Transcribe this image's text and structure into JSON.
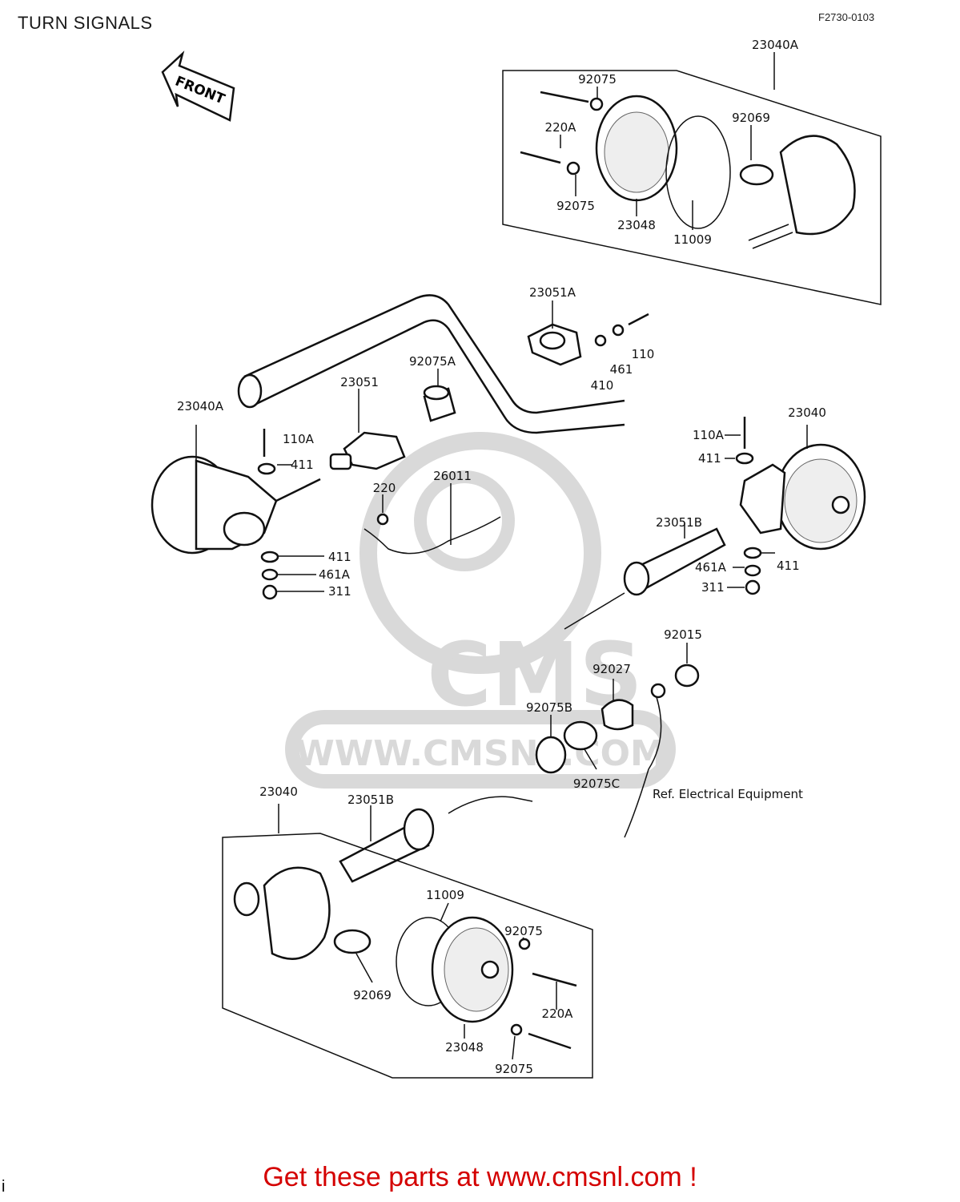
{
  "header": {
    "title": "TURN SIGNALS",
    "figure_code": "F2730-0103"
  },
  "front_arrow": {
    "label": "FRONT"
  },
  "watermark": {
    "brand": "CMS",
    "url": "WWW.CMSNL.COM"
  },
  "callouts": {
    "top_assembly": "23040A",
    "top_92075_a": "92075",
    "top_220A": "220A",
    "top_92069": "92069",
    "top_92075_b": "92075",
    "top_23048": "23048",
    "top_11009": "11009",
    "clamp_23051A": "23051A",
    "bolt_110": "110",
    "washer_461": "461",
    "washer_410": "410",
    "collar_92075A": "92075A",
    "bracket_23051": "23051",
    "left_23040A": "23040A",
    "left_110A": "110A",
    "left_411_a": "411",
    "screw_220": "220",
    "wire_26011": "26011",
    "left_411_b": "411",
    "left_461A": "461A",
    "left_311": "311",
    "right_23040": "23040",
    "right_110A": "110A",
    "right_411_a": "411",
    "stay_23051B_right": "23051B",
    "right_461A": "461A",
    "right_411_b": "411",
    "right_311": "311",
    "nut_92015": "92015",
    "grommet_92027": "92027",
    "collar_92075B": "92075B",
    "collar_92075C": "92075C",
    "ref_electrical": "Ref. Electrical Equipment",
    "bottom_23040": "23040",
    "stay_23051B_bottom": "23051B",
    "bottom_11009": "11009",
    "bottom_92075_a": "92075",
    "bottom_220A": "220A",
    "bottom_92069": "92069",
    "bottom_23048": "23048",
    "bottom_92075_b": "92075"
  },
  "footer": {
    "link_text": "Get these parts at www.cmsnl.com !",
    "corner_mark": "i"
  },
  "colors": {
    "footer_link": "#d40000",
    "line_art": "#111111",
    "watermark": "#d9d9d9"
  }
}
